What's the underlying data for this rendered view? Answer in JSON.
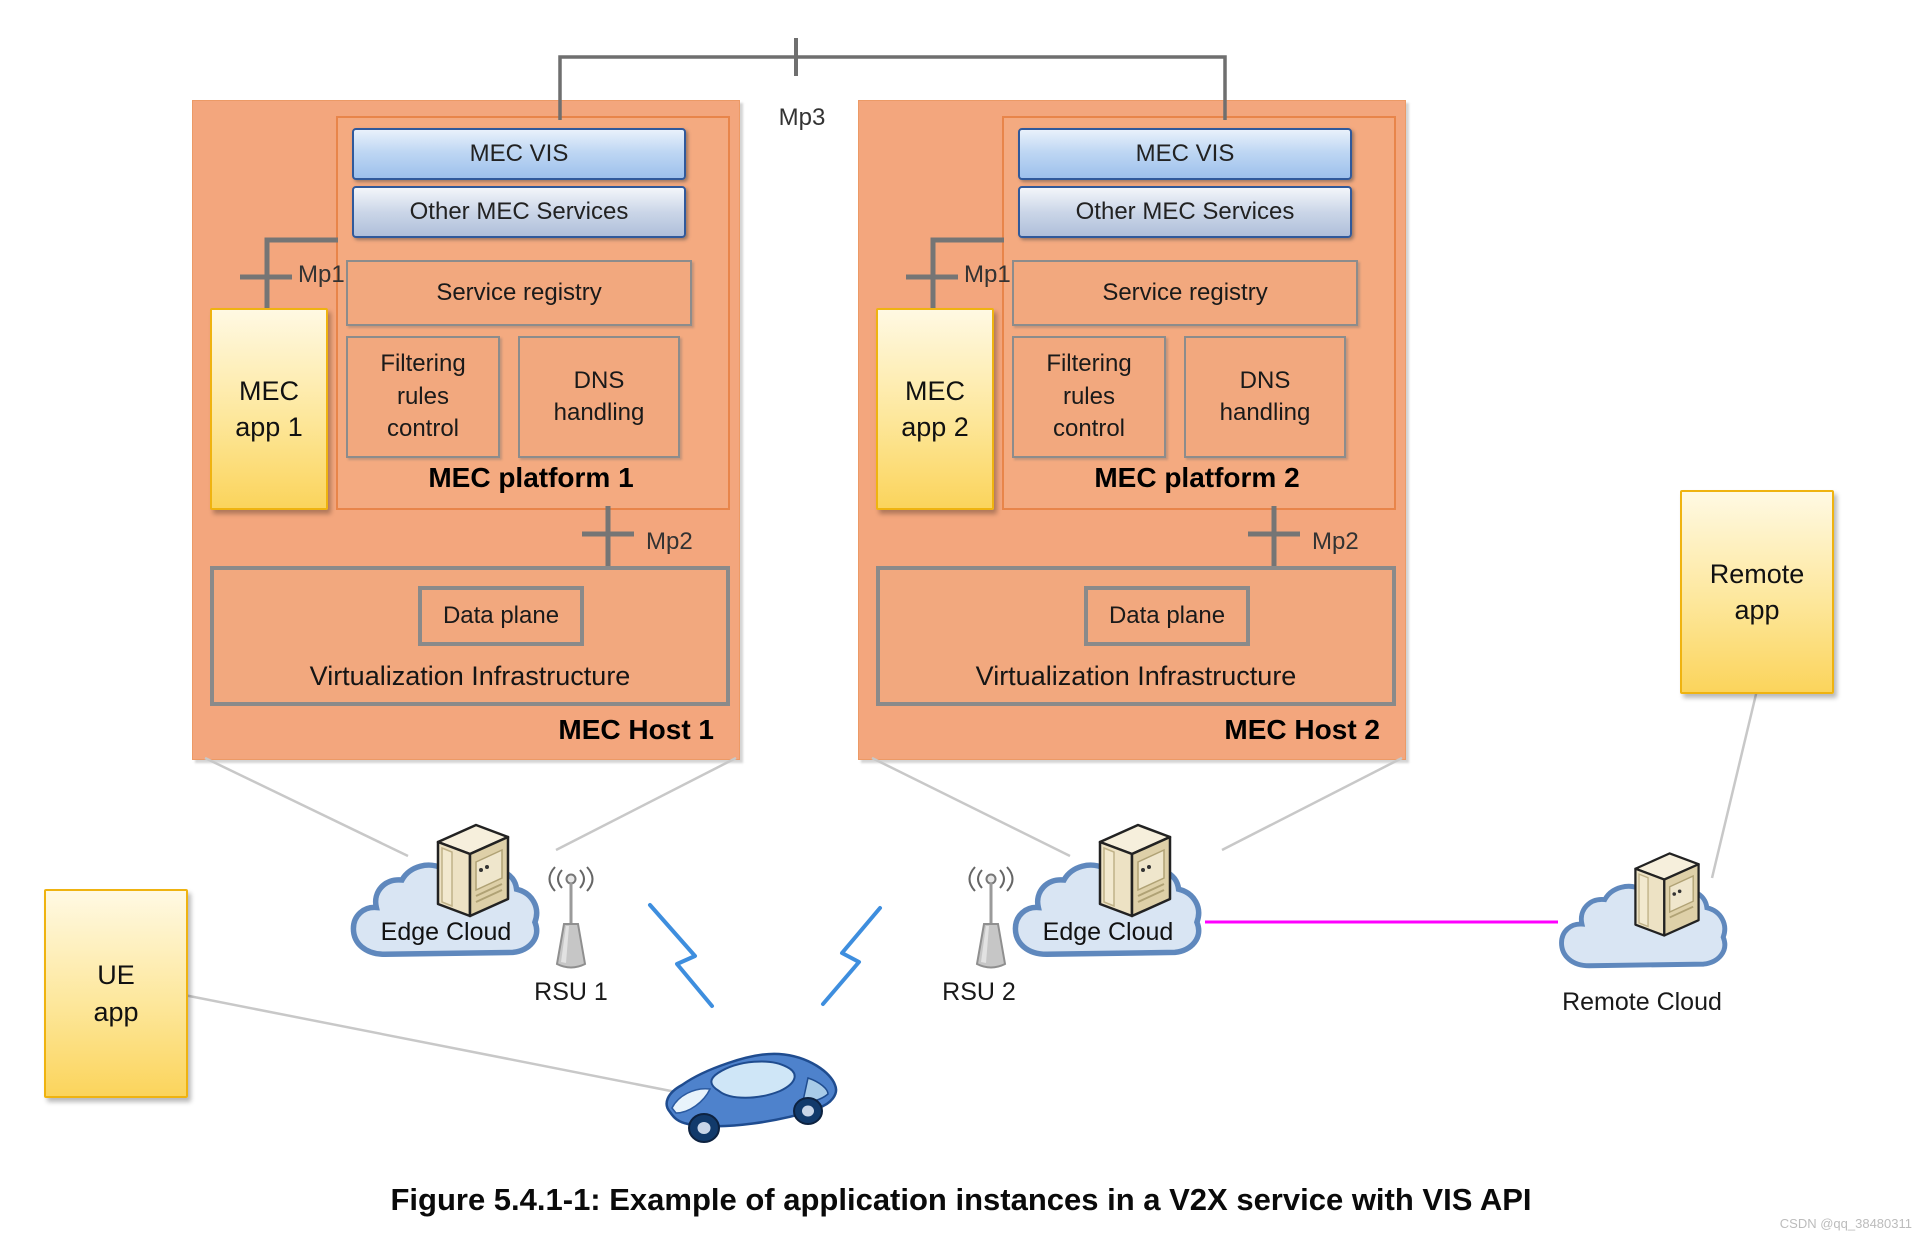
{
  "labels": {
    "mec_vis": "MEC VIS",
    "other_services": "Other MEC Services",
    "service_registry": "Service registry",
    "filtering_rules": "Filtering\nrules\ncontrol",
    "dns_handling": "DNS\nhandling",
    "data_plane": "Data plane",
    "virtualization_infrastructure": "Virtualization Infrastructure"
  },
  "interfaces": {
    "mp1": "Mp1",
    "mp2": "Mp2",
    "mp3": "Mp3"
  },
  "hosts": [
    {
      "host_label": "MEC Host 1",
      "platform_label": "MEC platform 1",
      "app_label": "MEC\napp 1"
    },
    {
      "host_label": "MEC Host 2",
      "platform_label": "MEC platform 2",
      "app_label": "MEC\napp 2"
    }
  ],
  "nodes": {
    "ue_app": "UE\napp",
    "remote_app": "Remote\napp",
    "rsu1": "RSU 1",
    "rsu2": "RSU 2",
    "edge_cloud_1": "Edge Cloud",
    "edge_cloud_2": "Edge Cloud",
    "remote_cloud": "Remote Cloud"
  },
  "caption": "Figure 5.4.1-1: Example of application instances in a V2X service with VIS API",
  "watermark": "CSDN @qq_38480311",
  "colors": {
    "host_fill": "#F3A67D",
    "platform_border": "#E8854A",
    "blue_button_border": "#30599B",
    "gray_border": "#8C8C8C",
    "yellow_fill": "#FBD45C",
    "yellow_border": "#EFB310",
    "cloud_fill": "#D9E5F3",
    "cloud_border": "#5F88BD",
    "connector_gray": "#757575",
    "diagonal_gray": "#C8C8C8",
    "bolt_blue": "#3E8EDE",
    "magenta_link": "#FF00FF"
  }
}
